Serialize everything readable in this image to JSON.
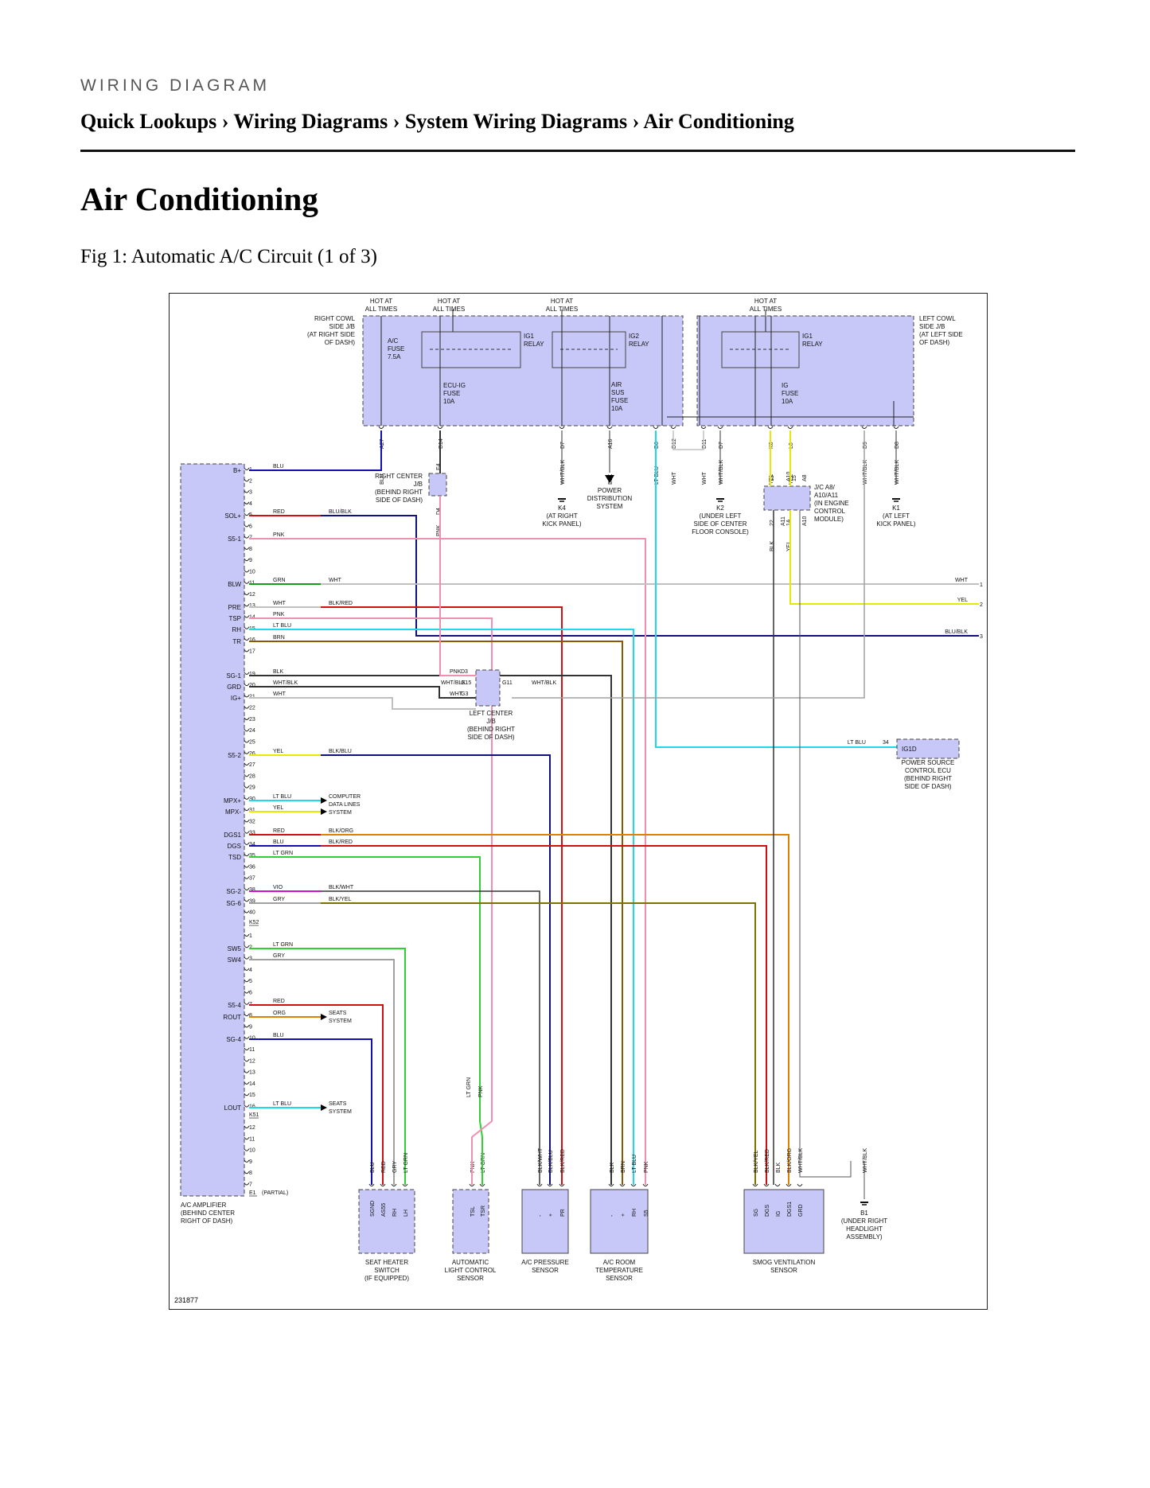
{
  "header": {
    "eyebrow": "WIRING DIAGRAM",
    "breadcrumb": "Quick Lookups › Wiring Diagrams › System Wiring Diagrams › Air Conditioning"
  },
  "page": {
    "title": "Air Conditioning",
    "figure_caption": "Fig 1: Automatic A/C Circuit (1 of 3)"
  },
  "diagram": {
    "figure_id": "231877",
    "boxes": {
      "right_cowl": "RIGHT COWL|SIDE J/B|(AT RIGHT SIDE|OF DASH)",
      "left_cowl": "LEFT COWL|SIDE J/B|(AT LEFT SIDE|OF DASH)",
      "amplifier": "A/C AMPLIFIER|(BEHIND CENTER|RIGHT OF DASH)",
      "right_center": "RIGHT CENTER|J/B|(BEHIND RIGHT|SIDE OF DASH)",
      "left_center": "LEFT CENTER|J/B|(BEHIND RIGHT|SIDE OF DASH)",
      "jc": "J/C A8/|A10/A11|(IN ENGINE|CONTROL|MODULE)",
      "power_source": "POWER SOURCE|CONTROL ECU|(BEHIND RIGHT|SIDE OF DASH)",
      "seat_heater": "SEAT HEATER|SWITCH|(IF EQUIPPED)",
      "auto_light": "AUTOMATIC|LIGHT CONTROL|SENSOR",
      "pressure": "A/C PRESSURE|SENSOR",
      "room_temp": "A/C ROOM|TEMPERATURE|SENSOR",
      "smog": "SMOG VENTILATION|SENSOR",
      "power_dist": "POWER|DISTRIBUTION|SYSTEM",
      "k4": "K4|(AT RIGHT|KICK PANEL)",
      "k2": "K2|(UNDER LEFT|SIDE OF CENTER|FLOOR CONSOLE)",
      "k1": "K1|(AT LEFT|KICK PANEL)",
      "b1": "B1|(UNDER RIGHT|HEADLIGHT|ASSEMBLY)",
      "hot": "HOT AT|ALL TIMES",
      "ig1_relay": "IG1|RELAY",
      "ig2_relay": "IG2|RELAY",
      "ac_fuse": "A/C|FUSE|7.5A",
      "ecu_ig_fuse": "ECU-IG|FUSE|10A",
      "air_sus_fuse": "AIR|SUS|FUSE|10A",
      "ig_fuse": "IG|FUSE|10A",
      "computer_data": "COMPUTER|DATA LINES|SYSTEM",
      "seats": "SEATS|SYSTEM",
      "partial": "(PARTIAL)",
      "ig1d": "IG1D"
    },
    "amp_pins": {
      "B+": "B+",
      "SOL+": "SOL+",
      "S5-1": "S5-1",
      "BLW": "BLW",
      "PRE": "PRE",
      "TSP": "TSP",
      "RH": "RH",
      "TR": "TR",
      "SG-1": "SG-1",
      "GRD": "GRD",
      "IG+": "IG+",
      "S5-2": "S5-2",
      "MPX+": "MPX+",
      "MPX-": "MPX-",
      "DGS1": "DGS1",
      "DGS": "DGS",
      "TSD": "TSD",
      "SG-2": "SG-2",
      "SG-6": "SG-6",
      "SW5": "SW5",
      "SW4": "SW4",
      "S5-4": "S5-4",
      "ROUT": "ROUT",
      "SG-4": "SG-4",
      "LOUT": "LOUT"
    },
    "connectors": {
      "K52": "K52",
      "K51": "K51",
      "E1": "E1"
    },
    "wire_colors": {
      "BLU": "BLU",
      "RED": "RED",
      "BLU/BLK": "BLU/BLK",
      "PNK": "PNK",
      "GRN": "GRN",
      "WHT": "WHT",
      "BLK/RED": "BLK/RED",
      "LT BLU": "LT BLU",
      "BRN": "BRN",
      "BLK": "BLK",
      "WHT/BLK": "WHT/BLK",
      "YEL": "YEL",
      "BLK/BLU": "BLK/BLU",
      "BLK/ORG": "BLK/ORG",
      "LT GRN": "LT GRN",
      "VIO": "VIO",
      "BLK/WHT": "BLK/WHT",
      "GRY": "GRY",
      "BLK/YEL": "BLK/YEL",
      "ORG": "ORG"
    },
    "terminals": {
      "A27": "A27",
      "D14": "D14",
      "D7": "D7",
      "A16": "A16",
      "D6": "D6",
      "D12": "D12",
      "D11": "D11",
      "K6": "K6",
      "L6": "L6",
      "D9": "D9",
      "D8": "D8",
      "E4": "E4",
      "D4": "D4",
      "D3": "D3",
      "G15": "G15",
      "G3": "G3",
      "G11": "G11",
      "A11": "A11",
      "A10": "A10",
      "A8": "A8",
      "n15": "15",
      "n22": "22",
      "n1A": "1A",
      "n34": "34"
    },
    "sensor_pins": {
      "SGND": "SGND",
      "AS55": "AS55",
      "RH": "RH",
      "LH": "LH",
      "TSL": "TSL",
      "TSR": "TSR",
      "PR": "PR",
      "S5": "S5",
      "SG": "SG",
      "DGS": "DGS",
      "IG": "IG",
      "DGS1": "DGS1",
      "GRD": "GRD",
      "minus": "-",
      "plus": "+"
    },
    "pin_numbers": [
      "1",
      "2",
      "3",
      "4",
      "5",
      "6",
      "7",
      "8",
      "9",
      "10",
      "11",
      "12",
      "13",
      "14",
      "15",
      "16",
      "17",
      "19",
      "20",
      "21",
      "22",
      "23",
      "24",
      "25",
      "26",
      "27",
      "28",
      "29",
      "30",
      "31",
      "32",
      "33",
      "34",
      "35",
      "36",
      "37",
      "38",
      "39",
      "40"
    ],
    "off_page": [
      "1",
      "2",
      "3"
    ]
  }
}
